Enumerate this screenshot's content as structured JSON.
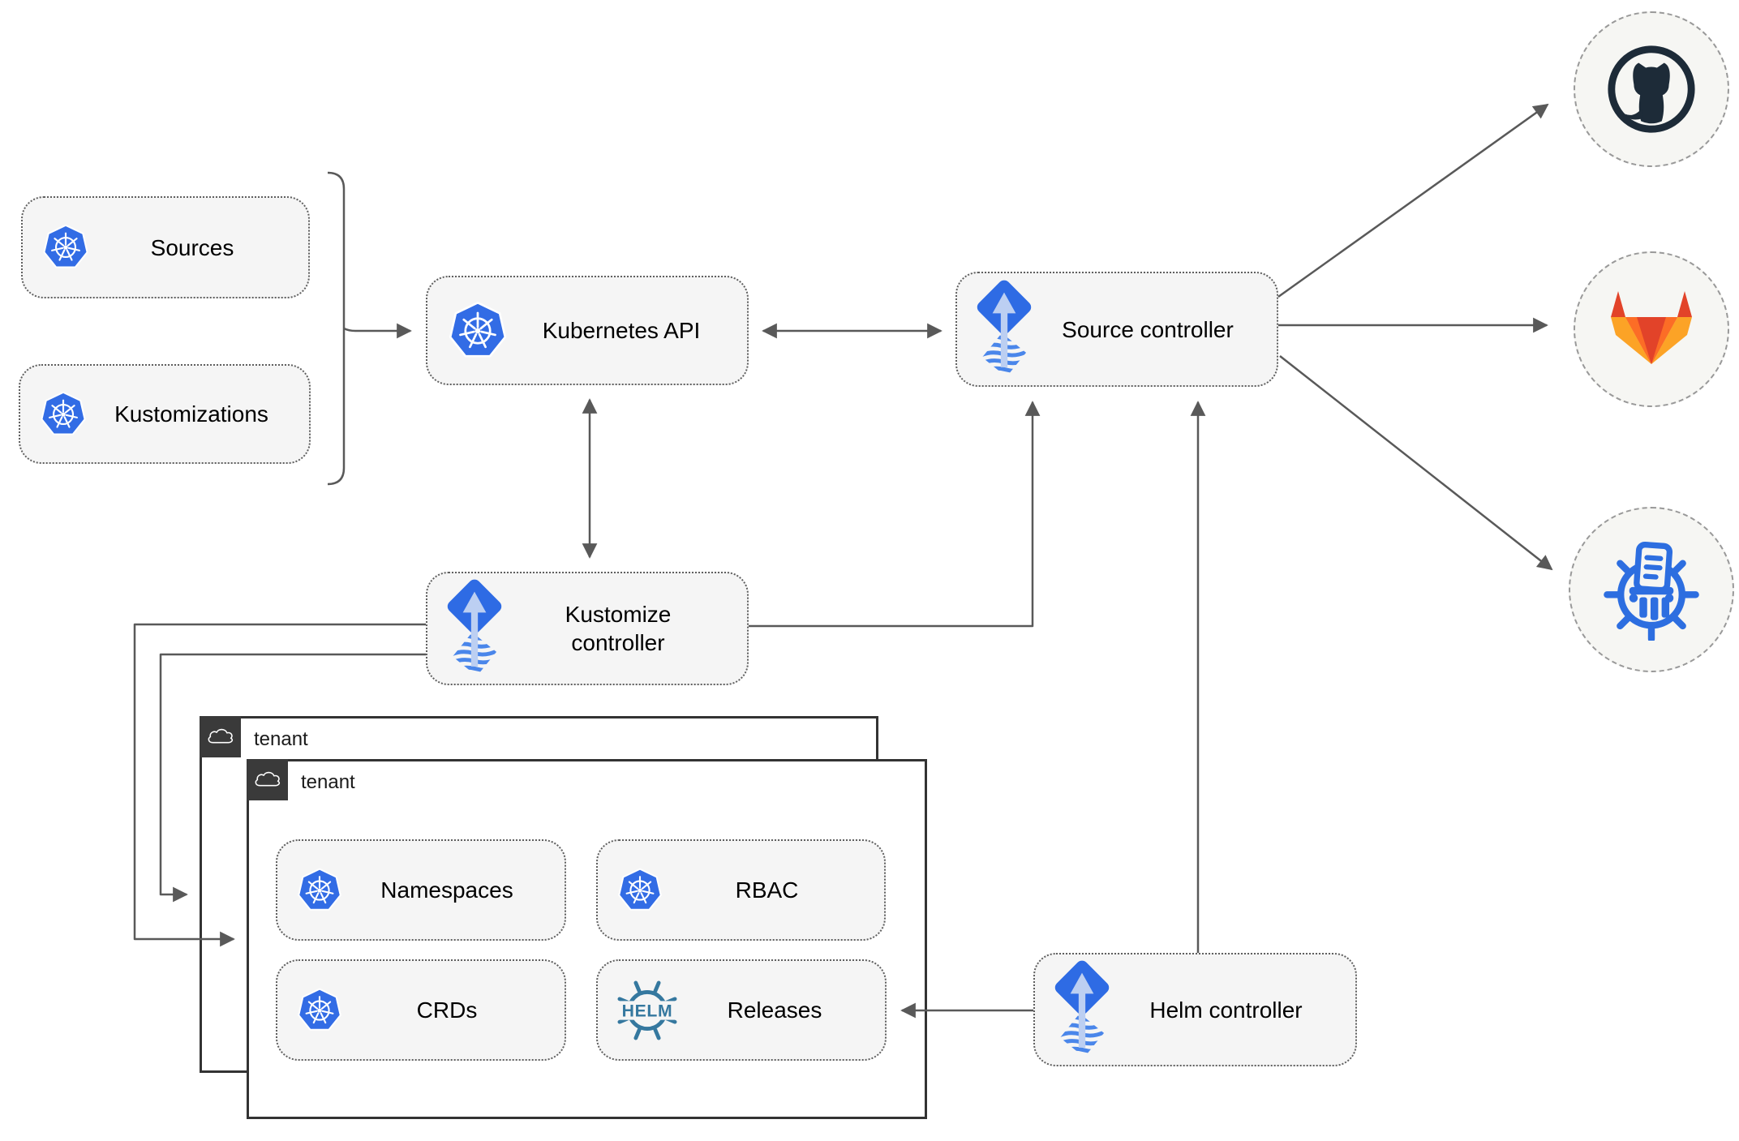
{
  "diagram": {
    "nodes": {
      "sources": {
        "label": "Sources",
        "icon": "kubernetes-icon"
      },
      "kustomizations": {
        "label": "Kustomizations",
        "icon": "kubernetes-icon"
      },
      "kubernetes_api": {
        "label": "Kubernetes API",
        "icon": "kubernetes-icon"
      },
      "source_controller": {
        "label": "Source controller",
        "icon": "flux-icon"
      },
      "kustomize_controller": {
        "label": "Kustomize controller",
        "icon": "flux-icon"
      },
      "helm_controller": {
        "label": "Helm controller",
        "icon": "flux-icon"
      },
      "tenant_back": {
        "label": "tenant",
        "icon": "cloud-icon"
      },
      "tenant_front": {
        "label": "tenant",
        "icon": "cloud-icon"
      },
      "namespaces": {
        "label": "Namespaces",
        "icon": "kubernetes-icon"
      },
      "rbac": {
        "label": "RBAC",
        "icon": "kubernetes-icon"
      },
      "crds": {
        "label": "CRDs",
        "icon": "kubernetes-icon"
      },
      "releases": {
        "label": "Releases",
        "icon": "helm-icon"
      }
    },
    "external_endpoints": [
      {
        "icon": "github-icon"
      },
      {
        "icon": "gitlab-icon"
      },
      {
        "icon": "chartmuseum-icon"
      }
    ],
    "connections": [
      {
        "from": "sources+kustomizations",
        "to": "kubernetes_api",
        "style": "arrow"
      },
      {
        "from": "kubernetes_api",
        "to": "source_controller",
        "style": "double-arrow"
      },
      {
        "from": "kubernetes_api",
        "to": "kustomize_controller",
        "style": "double-arrow"
      },
      {
        "from": "kustomize_controller",
        "to": "source_controller",
        "style": "arrow"
      },
      {
        "from": "helm_controller",
        "to": "source_controller",
        "style": "arrow"
      },
      {
        "from": "source_controller",
        "to": "github",
        "style": "arrow"
      },
      {
        "from": "source_controller",
        "to": "gitlab",
        "style": "arrow"
      },
      {
        "from": "source_controller",
        "to": "chartmuseum",
        "style": "arrow"
      },
      {
        "from": "kustomize_controller",
        "to": "tenant_front",
        "style": "arrow"
      },
      {
        "from": "kustomize_controller",
        "to": "tenant_back",
        "style": "arrow"
      },
      {
        "from": "helm_controller",
        "to": "releases",
        "style": "arrow"
      }
    ],
    "colors": {
      "kubernetes_blue": "#326CE5",
      "flux_blue": "#2e6be4",
      "flux_arrow_light": "#bccff2",
      "helm_teal": "#35789f",
      "github_dark": "#1d2b38",
      "gitlab_red": "#e24329",
      "gitlab_orange": "#fc6d26",
      "gitlab_amber": "#fca326",
      "chartmuseum_blue": "#2d6ee0",
      "connector_gray": "#595959",
      "node_fill": "#f5f5f5",
      "tenant_tab_dark": "#3a3a3a"
    }
  }
}
